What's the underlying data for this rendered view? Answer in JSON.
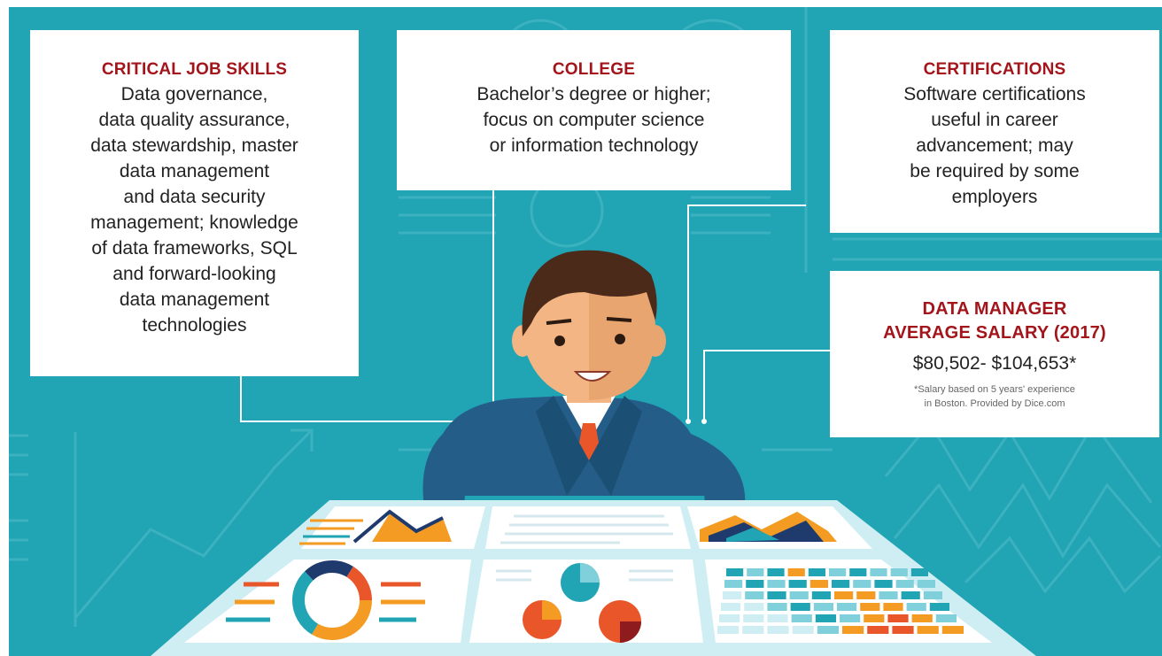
{
  "colors": {
    "background": "#21a4b3",
    "heading": "#a3151b",
    "suit": "#245d87",
    "tie": "#e8562a",
    "hair": "#4b2a1a",
    "accent_orange": "#f39b22"
  },
  "skills": {
    "heading": "CRITICAL JOB SKILLS",
    "lines": [
      "Data governance,",
      "data quality assurance,",
      "data stewardship, master",
      "data management",
      "and data security",
      "management; knowledge",
      "of data frameworks, SQL",
      "and forward-looking",
      "data management",
      "technologies"
    ]
  },
  "college": {
    "heading": "COLLEGE",
    "lines": [
      "Bachelor’s degree or higher;",
      "focus on computer science",
      "or information technology"
    ]
  },
  "certifications": {
    "heading": "CERTIFICATIONS",
    "lines": [
      "Software certifications",
      "useful in career",
      "advancement; may",
      "be required by some",
      "employers"
    ]
  },
  "salary": {
    "heading_line1": "DATA MANAGER",
    "heading_line2": "AVERAGE SALARY (2017)",
    "range": "$80,502- $104,653*",
    "note_line1": "*Salary based on 5 years' experience",
    "note_line2": "in Boston. Provided by Dice.com"
  },
  "illustration": {
    "figure_icon": "business-person-icon",
    "dashboard_icon": "dashboard-charts-icon"
  }
}
